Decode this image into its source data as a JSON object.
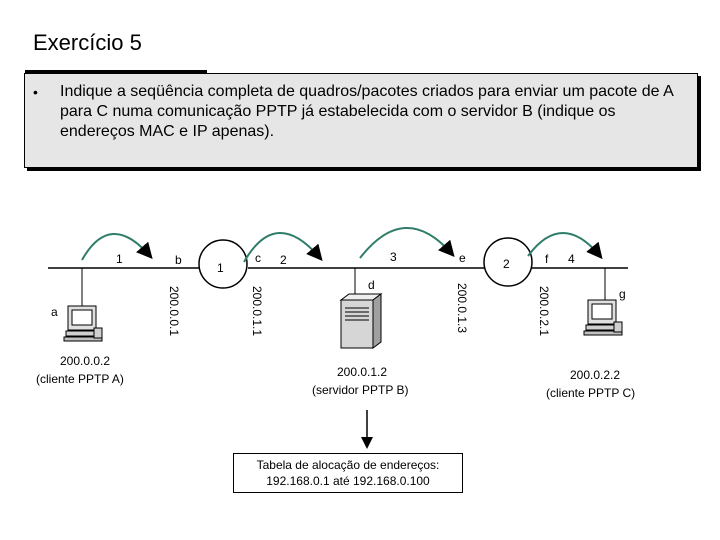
{
  "slide": {
    "title": "Exercício 5",
    "bullet": "•",
    "task": "Indique a seqüência completa de quadros/pacotes criados para enviar um pacote de A para C numa comunicação PPTP já estabelecida com o servidor B (indique os endereços MAC e IP apenas)."
  },
  "diagram": {
    "hop_labels": [
      "1",
      "2",
      "3",
      "4"
    ],
    "interfaces": [
      "a",
      "b",
      "1",
      "c",
      "d",
      "e",
      "2",
      "f",
      "g"
    ],
    "router_ips": [
      "200.0.0.1",
      "200.0.1.1",
      "200.0.1.3",
      "200.0.2.1"
    ],
    "hosts": {
      "client_a": {
        "ip": "200.0.0.2",
        "role": "(cliente PPTP A)"
      },
      "server_b": {
        "ip": "200.0.1.2",
        "role": "(servidor PPTP B)"
      },
      "client_c": {
        "ip": "200.0.2.2",
        "role": "(cliente PPTP C)"
      }
    },
    "allocation_table": {
      "line1": "Tabela de alocação de endereços:",
      "line2": "192.168.0.1 até 192.168.0.100"
    }
  }
}
